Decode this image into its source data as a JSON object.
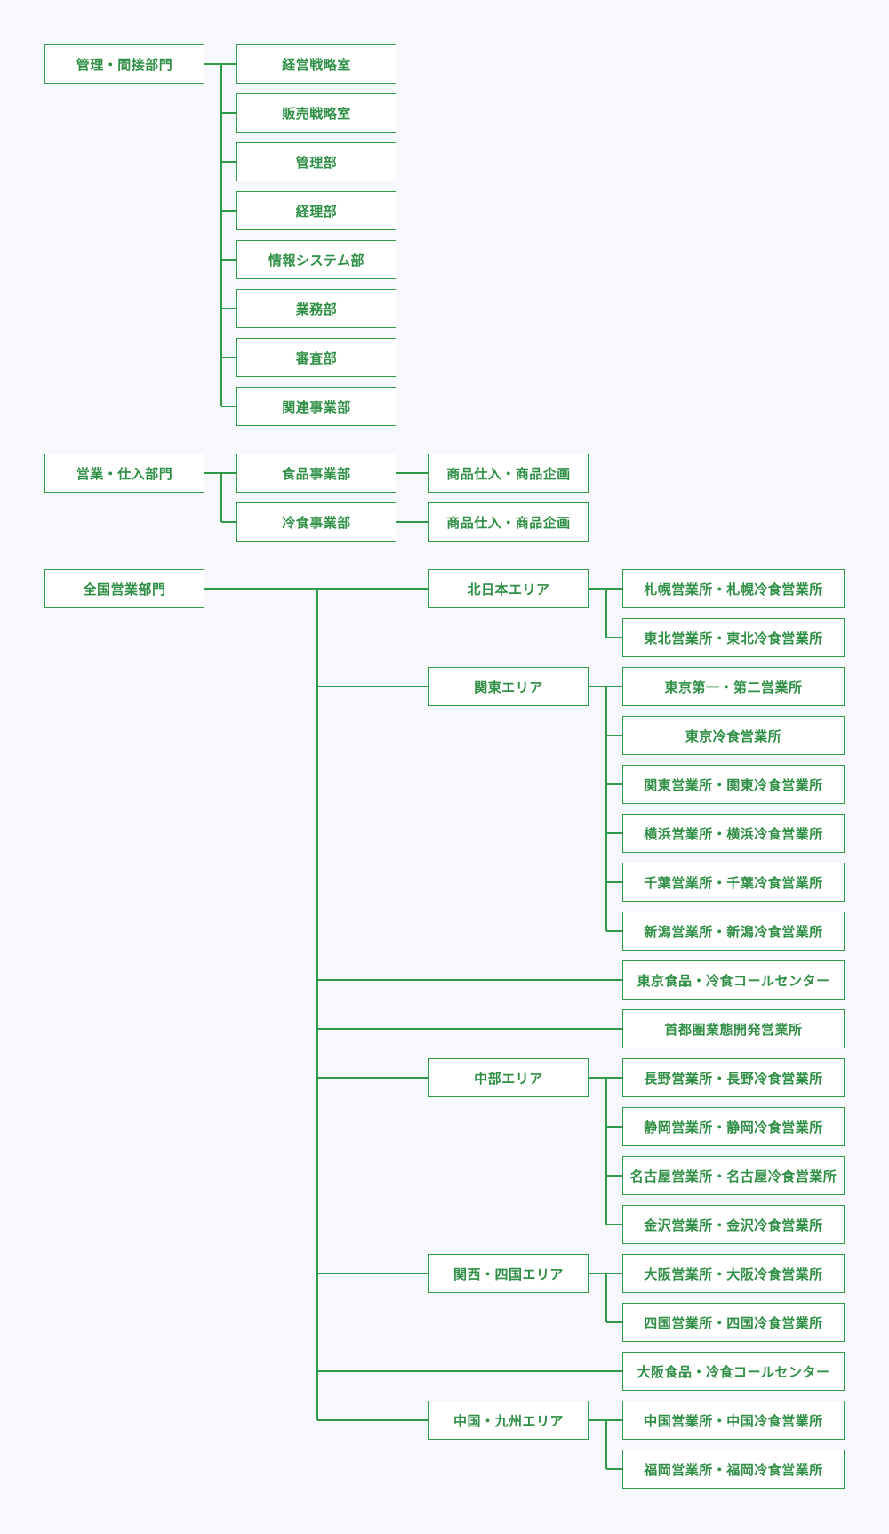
{
  "accent_color": "#2f9a48",
  "sections": [
    {
      "division": "管理・間接部門",
      "departments": [
        "経営戦略室",
        "販売戦略室",
        "管理部",
        "経理部",
        "情報システム部",
        "業務部",
        "審査部",
        "関連事業部"
      ]
    },
    {
      "division": "営業・仕入部門",
      "departments": [
        {
          "name": "食品事業部",
          "sub": "商品仕入・商品企画"
        },
        {
          "name": "冷食事業部",
          "sub": "商品仕入・商品企画"
        }
      ]
    },
    {
      "division": "全国営業部門",
      "areas": [
        {
          "name": "北日本エリア",
          "offices": [
            "札幌営業所・札幌冷食営業所",
            "東北営業所・東北冷食営業所"
          ]
        },
        {
          "name": "関東エリア",
          "offices": [
            "東京第一・第二営業所",
            "東京冷食営業所",
            "関東営業所・関東冷食営業所",
            "横浜営業所・横浜冷食営業所",
            "千葉営業所・千葉冷食営業所",
            "新潟営業所・新潟冷食営業所"
          ]
        },
        {
          "direct": "東京食品・冷食コールセンター"
        },
        {
          "direct": "首都圏業態開発営業所"
        },
        {
          "name": "中部エリア",
          "offices": [
            "長野営業所・長野冷食営業所",
            "静岡営業所・静岡冷食営業所",
            "名古屋営業所・名古屋冷食営業所",
            "金沢営業所・金沢冷食営業所"
          ]
        },
        {
          "name": "関西・四国エリア",
          "offices": [
            "大阪営業所・大阪冷食営業所",
            "四国営業所・四国冷食営業所"
          ]
        },
        {
          "direct": "大阪食品・冷食コールセンター"
        },
        {
          "name": "中国・九州エリア",
          "offices": [
            "中国営業所・中国冷食営業所",
            "福岡営業所・福岡冷食営業所"
          ]
        }
      ]
    }
  ]
}
